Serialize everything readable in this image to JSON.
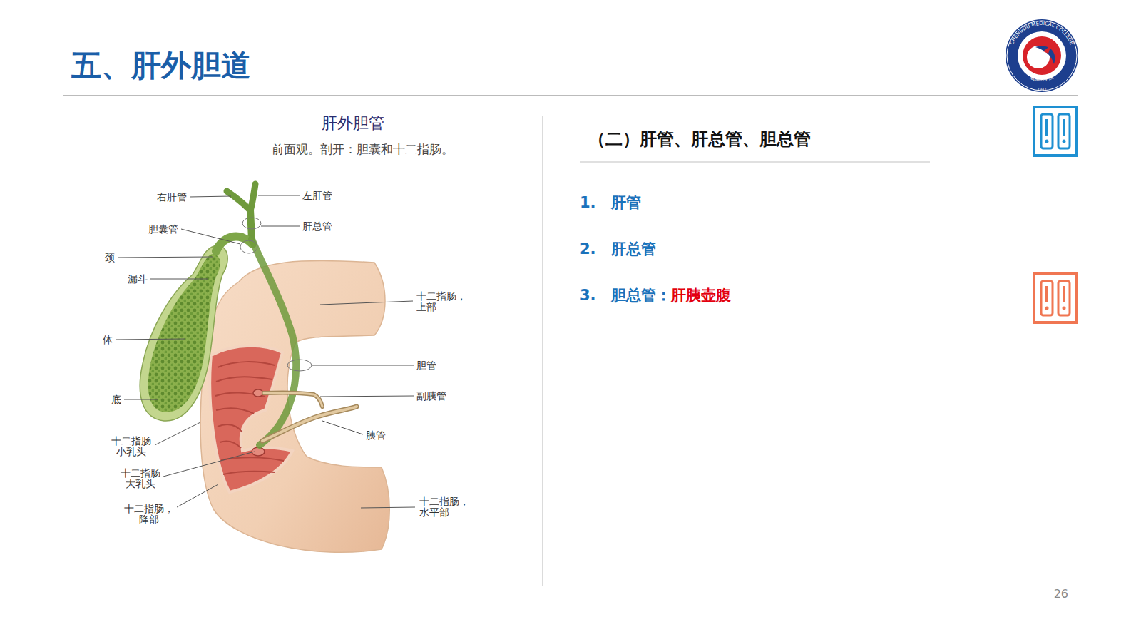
{
  "diagram": {
    "title": "五、肝外胆道",
    "labels": [
      "肝外胆管",
      "前面观。剖开：胆囊和十二指肠。",
      "右肝管",
      "左肝管",
      "胆囊管",
      "肝总管",
      "颈",
      "漏斗",
      "十二指肠， 上部",
      "体",
      "胆管",
      "副胰管",
      "底",
      "胰管",
      "十二指肠 小乳头",
      "十二指肠 大乳头",
      "十二指肠， 降部",
      "十二指肠， 水平部",
      "（二）肝管、肝总管、胆总管",
      "1.",
      "肝管",
      "2.",
      "肝总管",
      "3.",
      "胆总管：",
      "肝胰壶腹",
      "26",
      "CHENGDU MEDICAL COLLEGE",
      "成都医学院",
      "1947"
    ]
  }
}
